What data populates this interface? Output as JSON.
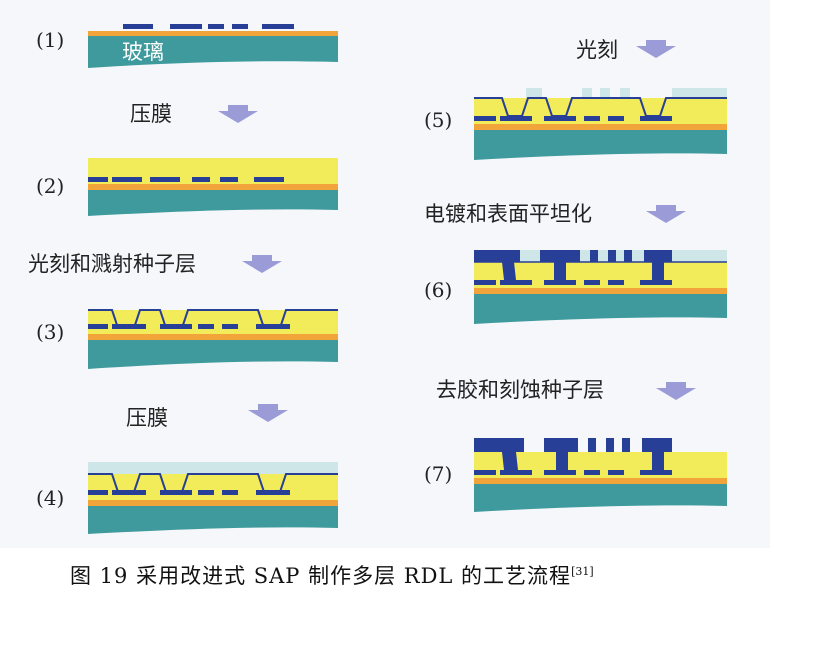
{
  "steps": [
    {
      "number": "(1)",
      "substrate_label": "玻璃"
    },
    {
      "number": "(2)",
      "action": "压膜"
    },
    {
      "number": "(3)",
      "action": "光刻和溅射种子层"
    },
    {
      "number": "(4)",
      "action": "压膜"
    },
    {
      "number": "(5)",
      "action": "光刻"
    },
    {
      "number": "(6)",
      "action": "电镀和表面平坦化"
    },
    {
      "number": "(7)",
      "action": "去胶和刻蚀种子层"
    }
  ],
  "caption": {
    "text": "图 19  采用改进式 SAP 制作多层 RDL 的工艺流程",
    "ref": "[31]"
  },
  "colors": {
    "glass": "#3e9a9c",
    "orange": "#f0a43a",
    "dielectric": "#f2ec5a",
    "copper": "#283f98",
    "film": "#cfe6e8",
    "arrow": "#9b9bd8"
  }
}
